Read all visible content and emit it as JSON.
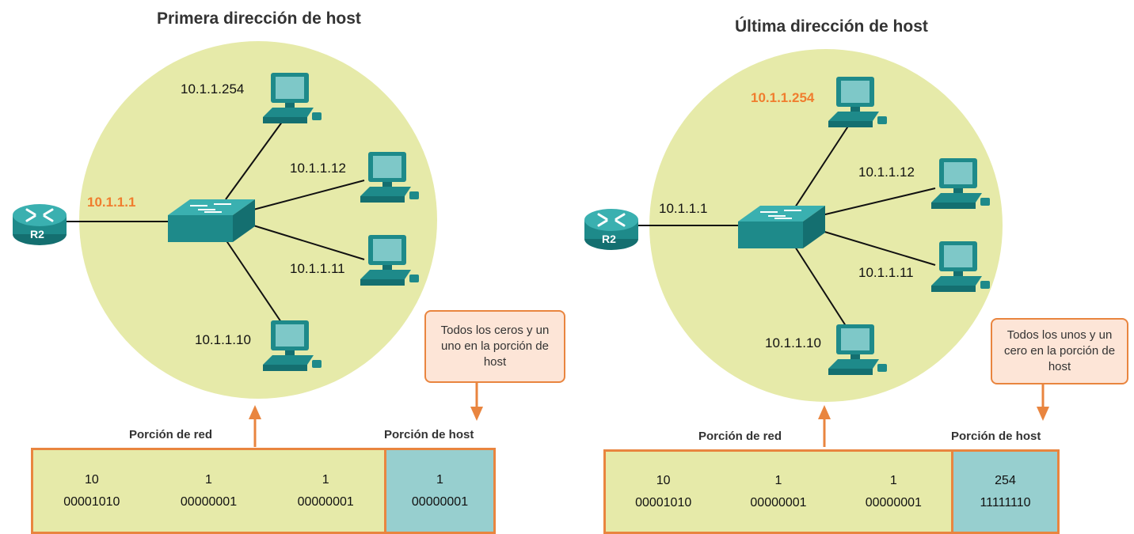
{
  "panels": [
    {
      "title": "Primera dirección de host",
      "router": {
        "label": "R2",
        "ip": "10.1.1.1",
        "ip_highlighted": true
      },
      "hosts": [
        {
          "ip": "10.1.1.254",
          "highlighted": false
        },
        {
          "ip": "10.1.1.12",
          "highlighted": false
        },
        {
          "ip": "10.1.1.11",
          "highlighted": false
        },
        {
          "ip": "10.1.1.10",
          "highlighted": false
        }
      ],
      "callout": "Todos los ceros y un uno en la porción de host",
      "network_portion_label": "Porción de red",
      "host_portion_label": "Porción de host",
      "octets": [
        {
          "decimal": "10",
          "binary": "00001010"
        },
        {
          "decimal": "1",
          "binary": "00000001"
        },
        {
          "decimal": "1",
          "binary": "00000001"
        },
        {
          "decimal": "1",
          "binary": "00000001"
        }
      ]
    },
    {
      "title": "Última dirección de host",
      "router": {
        "label": "R2",
        "ip": "10.1.1.1",
        "ip_highlighted": false
      },
      "hosts": [
        {
          "ip": "10.1.1.254",
          "highlighted": true
        },
        {
          "ip": "10.1.1.12",
          "highlighted": false
        },
        {
          "ip": "10.1.1.11",
          "highlighted": false
        },
        {
          "ip": "10.1.1.10",
          "highlighted": false
        }
      ],
      "callout": "Todos los unos y un cero en la porción de host",
      "network_portion_label": "Porción de red",
      "host_portion_label": "Porción de host",
      "octets": [
        {
          "decimal": "10",
          "binary": "00001010"
        },
        {
          "decimal": "1",
          "binary": "00000001"
        },
        {
          "decimal": "1",
          "binary": "00000001"
        },
        {
          "decimal": "254",
          "binary": "11111110"
        }
      ]
    }
  ],
  "colors": {
    "network_area": "#e6eaa9",
    "host_area": "#97cfcf",
    "accent_orange": "#e9853f",
    "highlight_ip": "#f07d2e",
    "device_teal": "#1e8a8a"
  },
  "icons": [
    "router-icon",
    "switch-icon",
    "pc-icon",
    "arrow-up-icon",
    "arrow-down-icon"
  ]
}
